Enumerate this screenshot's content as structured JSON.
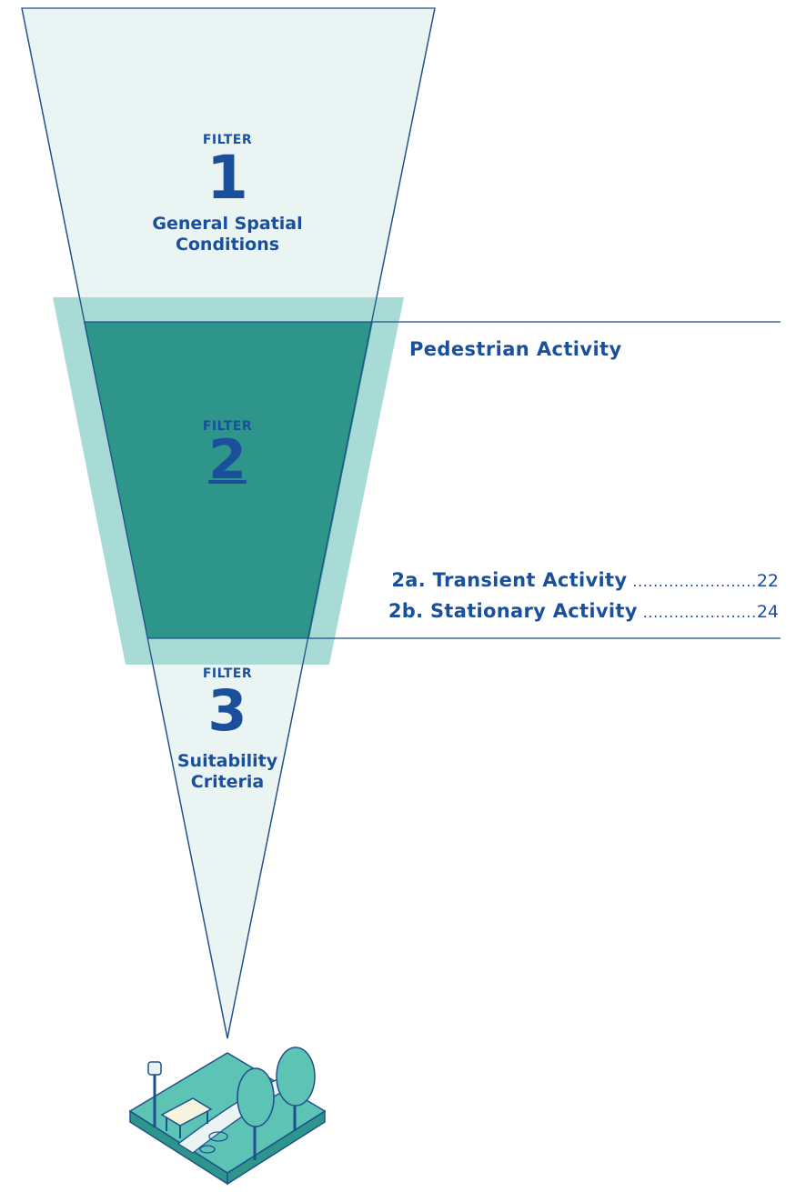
{
  "filters": [
    {
      "label": "FILTER",
      "number": "1",
      "name_line1": "General Spatial",
      "name_line2": "Conditions"
    },
    {
      "label": "FILTER",
      "number": "2"
    },
    {
      "label": "FILTER",
      "number": "3",
      "name_line1": "Suitability",
      "name_line2": "Criteria"
    }
  ],
  "section": {
    "title": "Pedestrian Activity",
    "entries": [
      {
        "label": "2a. Transient Activity",
        "dots": "........................",
        "page": "22"
      },
      {
        "label": "2b. Stationary Activity",
        "dots": "......................",
        "page": "24"
      }
    ]
  },
  "colors": {
    "funnel_pale": "#eaf5f3",
    "band_light": "#a8dbd5",
    "band_dark": "#2e958b",
    "text_blue": "#1a4f9c",
    "line_blue": "#1f4f8f"
  },
  "illustration": "park-plaza-illustration"
}
